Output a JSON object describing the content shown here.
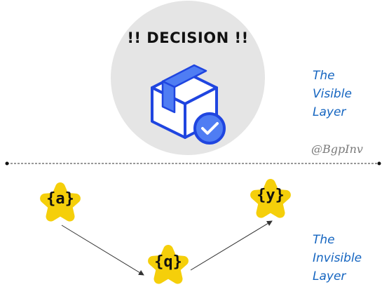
{
  "decision": {
    "title": "!! DECISION !!",
    "icon": "package-check-icon"
  },
  "layers": {
    "visible": {
      "lines": [
        "The",
        "Visible",
        "Layer"
      ]
    },
    "invisible": {
      "lines": [
        "The",
        "Invisible",
        "Layer"
      ]
    }
  },
  "watermark": "@BgpInv",
  "nodes": {
    "a": "{a}",
    "q": "{q}",
    "y": "{y}"
  },
  "colors": {
    "node_fill": "#f5cf0a",
    "circle_fill": "#e5e5e5",
    "box_stroke": "#1f45e0",
    "box_fill": "#4f7df3",
    "label_text": "#1565c0",
    "divider": "#333333"
  }
}
